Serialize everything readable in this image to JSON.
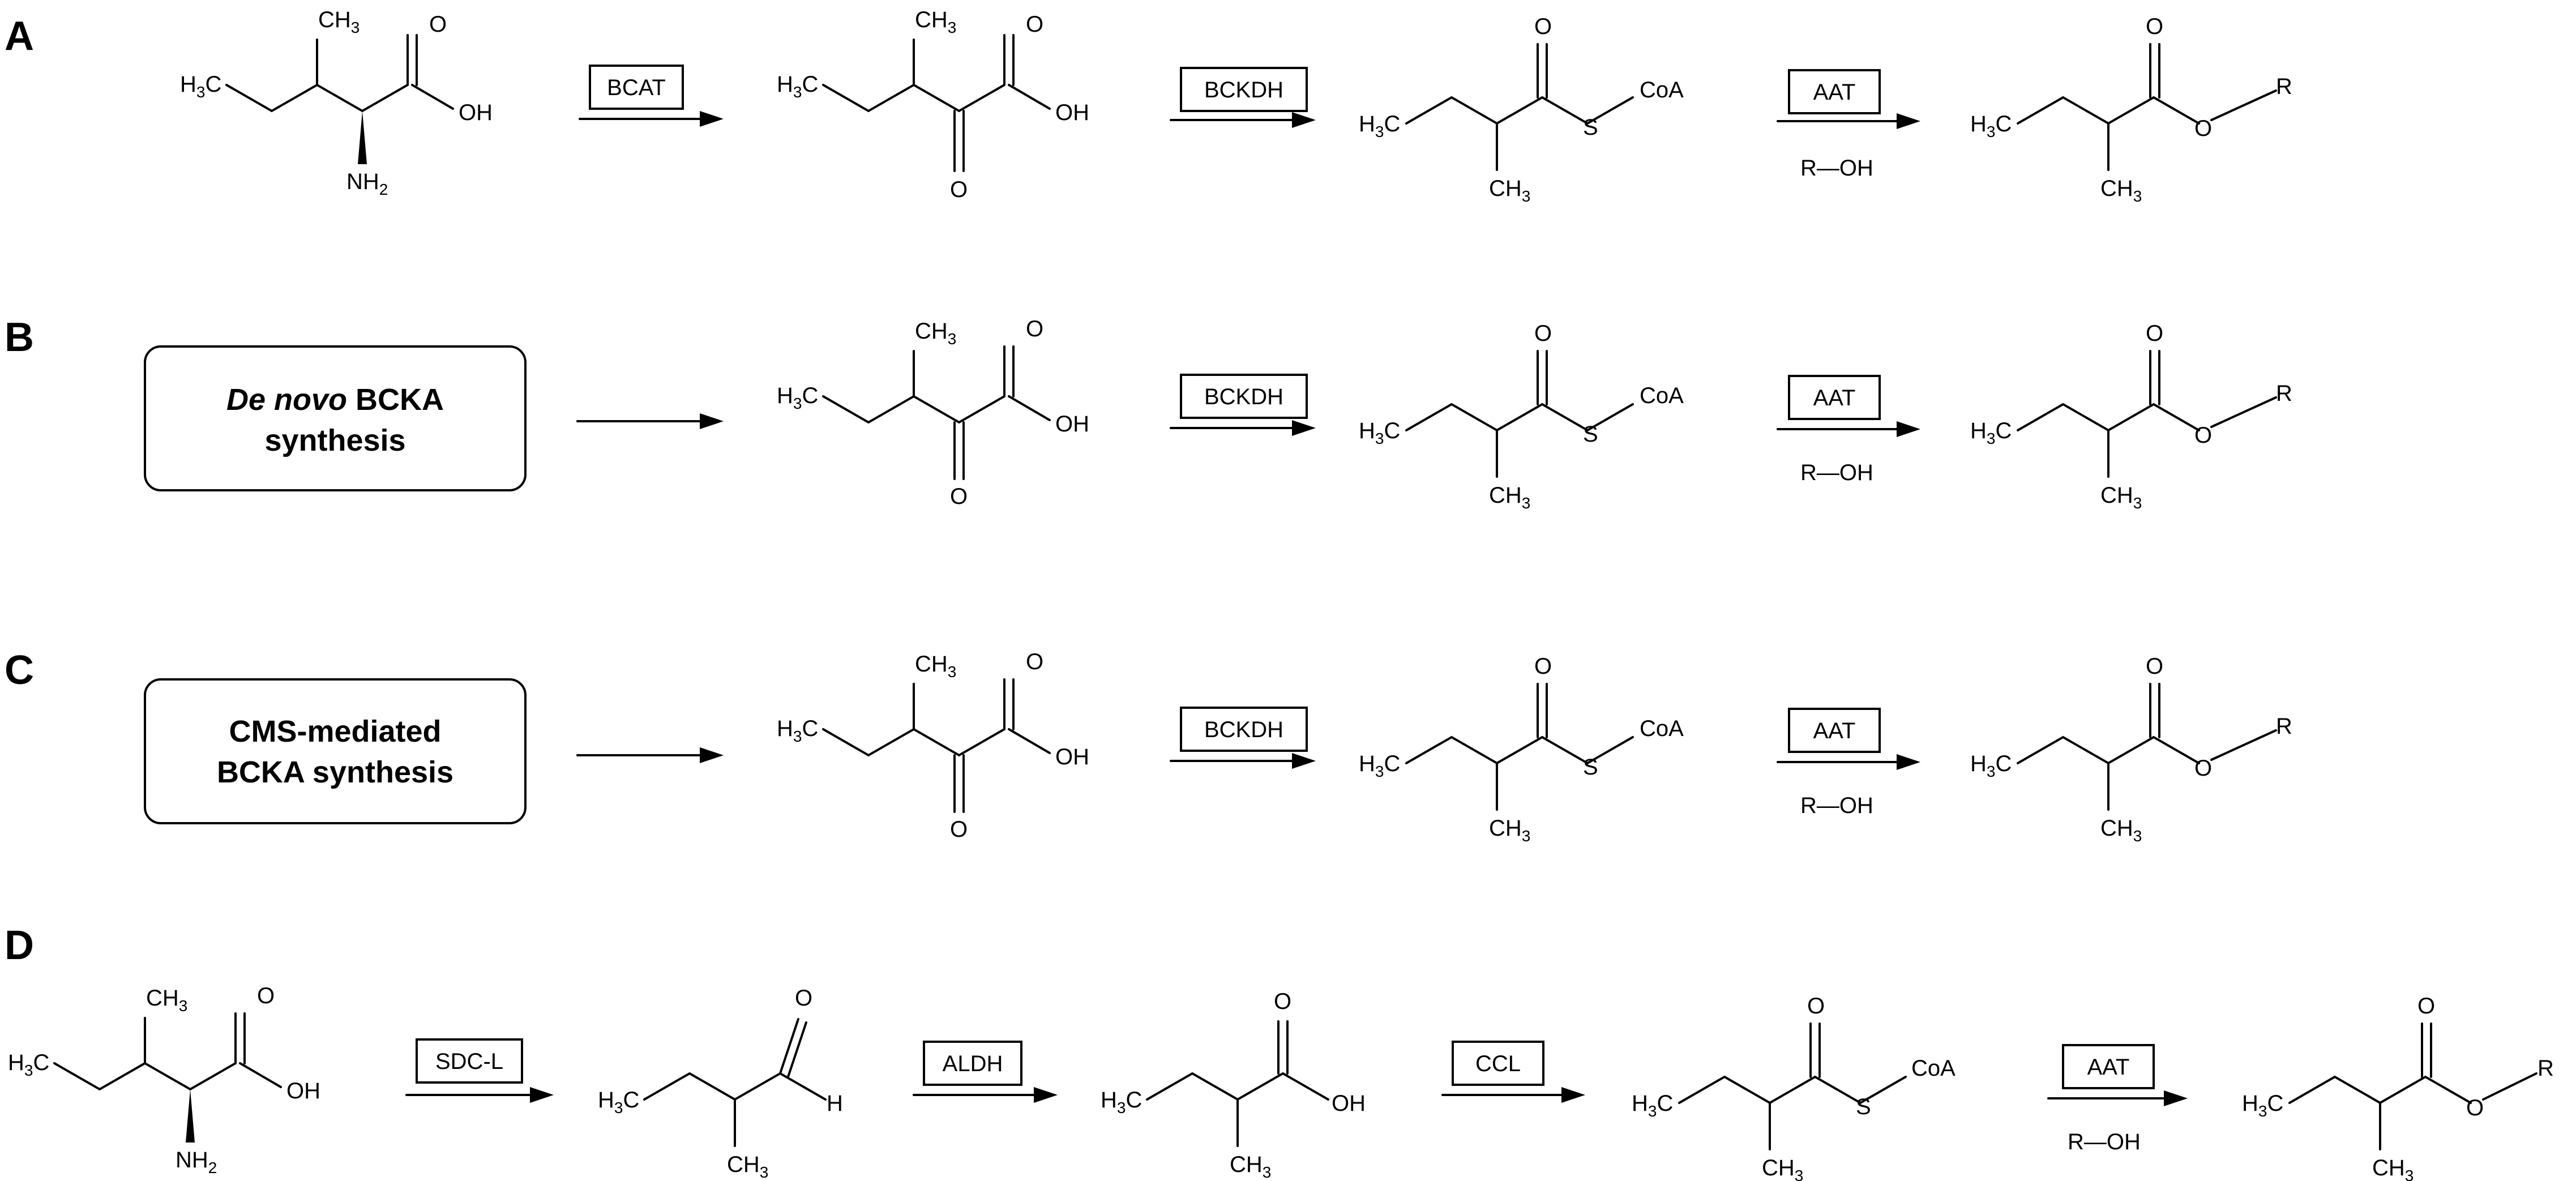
{
  "panels": {
    "A": {
      "label": "A",
      "enzymes": [
        "BCAT",
        "BCKDH",
        "AAT"
      ],
      "cofactor": "R—OH"
    },
    "B": {
      "label": "B",
      "box_italic": "De novo",
      "box_line1_rest": " BCKA",
      "box_line2": "synthesis",
      "enzymes": [
        "BCKDH",
        "AAT"
      ],
      "cofactor": "R—OH"
    },
    "C": {
      "label": "C",
      "box_line1": "CMS-mediated",
      "box_line2": "BCKA synthesis",
      "enzymes": [
        "BCKDH",
        "AAT"
      ],
      "cofactor": "R—OH"
    },
    "D": {
      "label": "D",
      "enzymes": [
        "SDC-L",
        "ALDH",
        "CCL",
        "AAT"
      ],
      "cofactor": "R—OH"
    }
  },
  "atoms": {
    "H3C": "H3C",
    "CH3": "CH3",
    "OH": "OH",
    "O": "O",
    "S": "S",
    "CoA": "CoA",
    "R": "R",
    "H": "H",
    "NH2": "NH2"
  }
}
